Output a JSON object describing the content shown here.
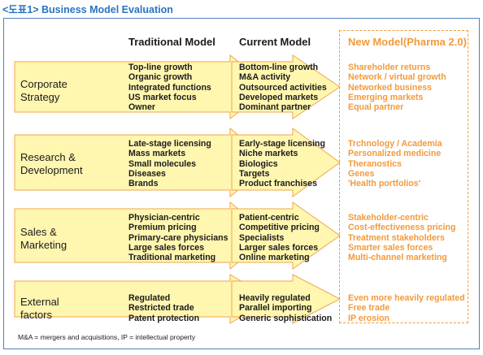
{
  "caption": "<도표1> Business Model Evaluation",
  "headers": {
    "traditional": "Traditional Model",
    "current": "Current Model",
    "new": "New Model(Pharma 2.0)"
  },
  "rows": [
    {
      "category": [
        "Corporate",
        "Strategy"
      ],
      "traditional": [
        "Top-line growth",
        "Organic growth",
        "Integrated functions",
        "US market focus",
        "Owner"
      ],
      "current": [
        "Bottom-line growth",
        "M&A activity",
        "Outsourced activities",
        "Developed markets",
        "Dominant partner"
      ],
      "new": [
        "Shareholder returns",
        "Network / virtual growth",
        "Networked business",
        "Emerging markets",
        "Equal partner"
      ]
    },
    {
      "category": [
        "Research &",
        "Development"
      ],
      "traditional": [
        "Late-stage licensing",
        "Mass markets",
        "Small molecules",
        "Diseases",
        "Brands"
      ],
      "current": [
        "Early-stage licensing",
        "Niche markets",
        "Biologics",
        "Targets",
        "Product franchises"
      ],
      "new": [
        "Trchnology / Academia",
        "Personalized medicine",
        "Theranostics",
        "Genes",
        "'Health portfolios'"
      ]
    },
    {
      "category": [
        "Sales &",
        "Marketing"
      ],
      "traditional": [
        "Physician-centric",
        "Premium pricing",
        "Primary-care physicians",
        "Large sales forces",
        "Traditional marketing"
      ],
      "current": [
        "Patient-centric",
        "Competitive pricing",
        "Specialists",
        "Larger sales forces",
        "Online marketing"
      ],
      "new": [
        "Stakeholder-centric",
        "Cost-effectiveness pricing",
        "Treatment stakeholders",
        "Smarter sales forces",
        "Multi-channel marketing"
      ]
    },
    {
      "category": [
        "External",
        "factors"
      ],
      "traditional": [
        "Regulated",
        "Restricted trade",
        "Patent protection"
      ],
      "current": [
        "Heavily regulated",
        "Parallel importing",
        "Generic sophistication"
      ],
      "new": [
        "Even more heavily regulated",
        "Free trade",
        "IP erosion"
      ]
    }
  ],
  "footnote": "M&A = mergers and acquisitions, IP = intellectual property",
  "colors": {
    "arrow_fill": "#fff6b0",
    "arrow_stroke": "#f0a54a",
    "accent": "#f39a3a",
    "caption": "#2a72c3",
    "frame": "#4f81bd"
  }
}
